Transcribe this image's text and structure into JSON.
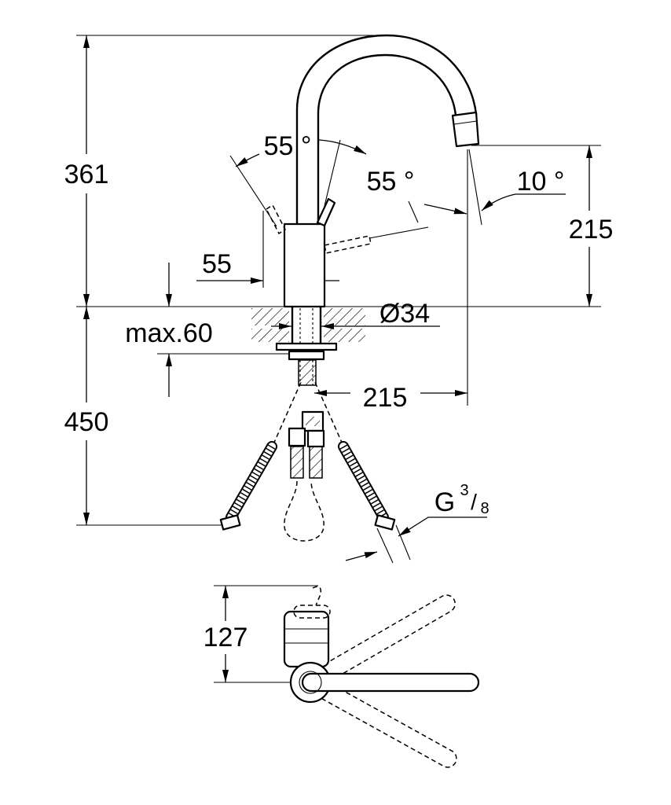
{
  "drawing": {
    "height_total": "361",
    "handle_angle_left": "55 °",
    "handle_angle_right": "55 °",
    "spout_angle": "10 °",
    "spout_height": "215",
    "handle_offset": "55",
    "shank_diameter": "Ø34",
    "max_deck_thickness": "max.60",
    "spout_reach": "215",
    "hose_length": "450",
    "thread": {
      "letter": "G",
      "numerator": "3",
      "slash": "/",
      "denominator": "8"
    },
    "swivel_depth": "127"
  }
}
